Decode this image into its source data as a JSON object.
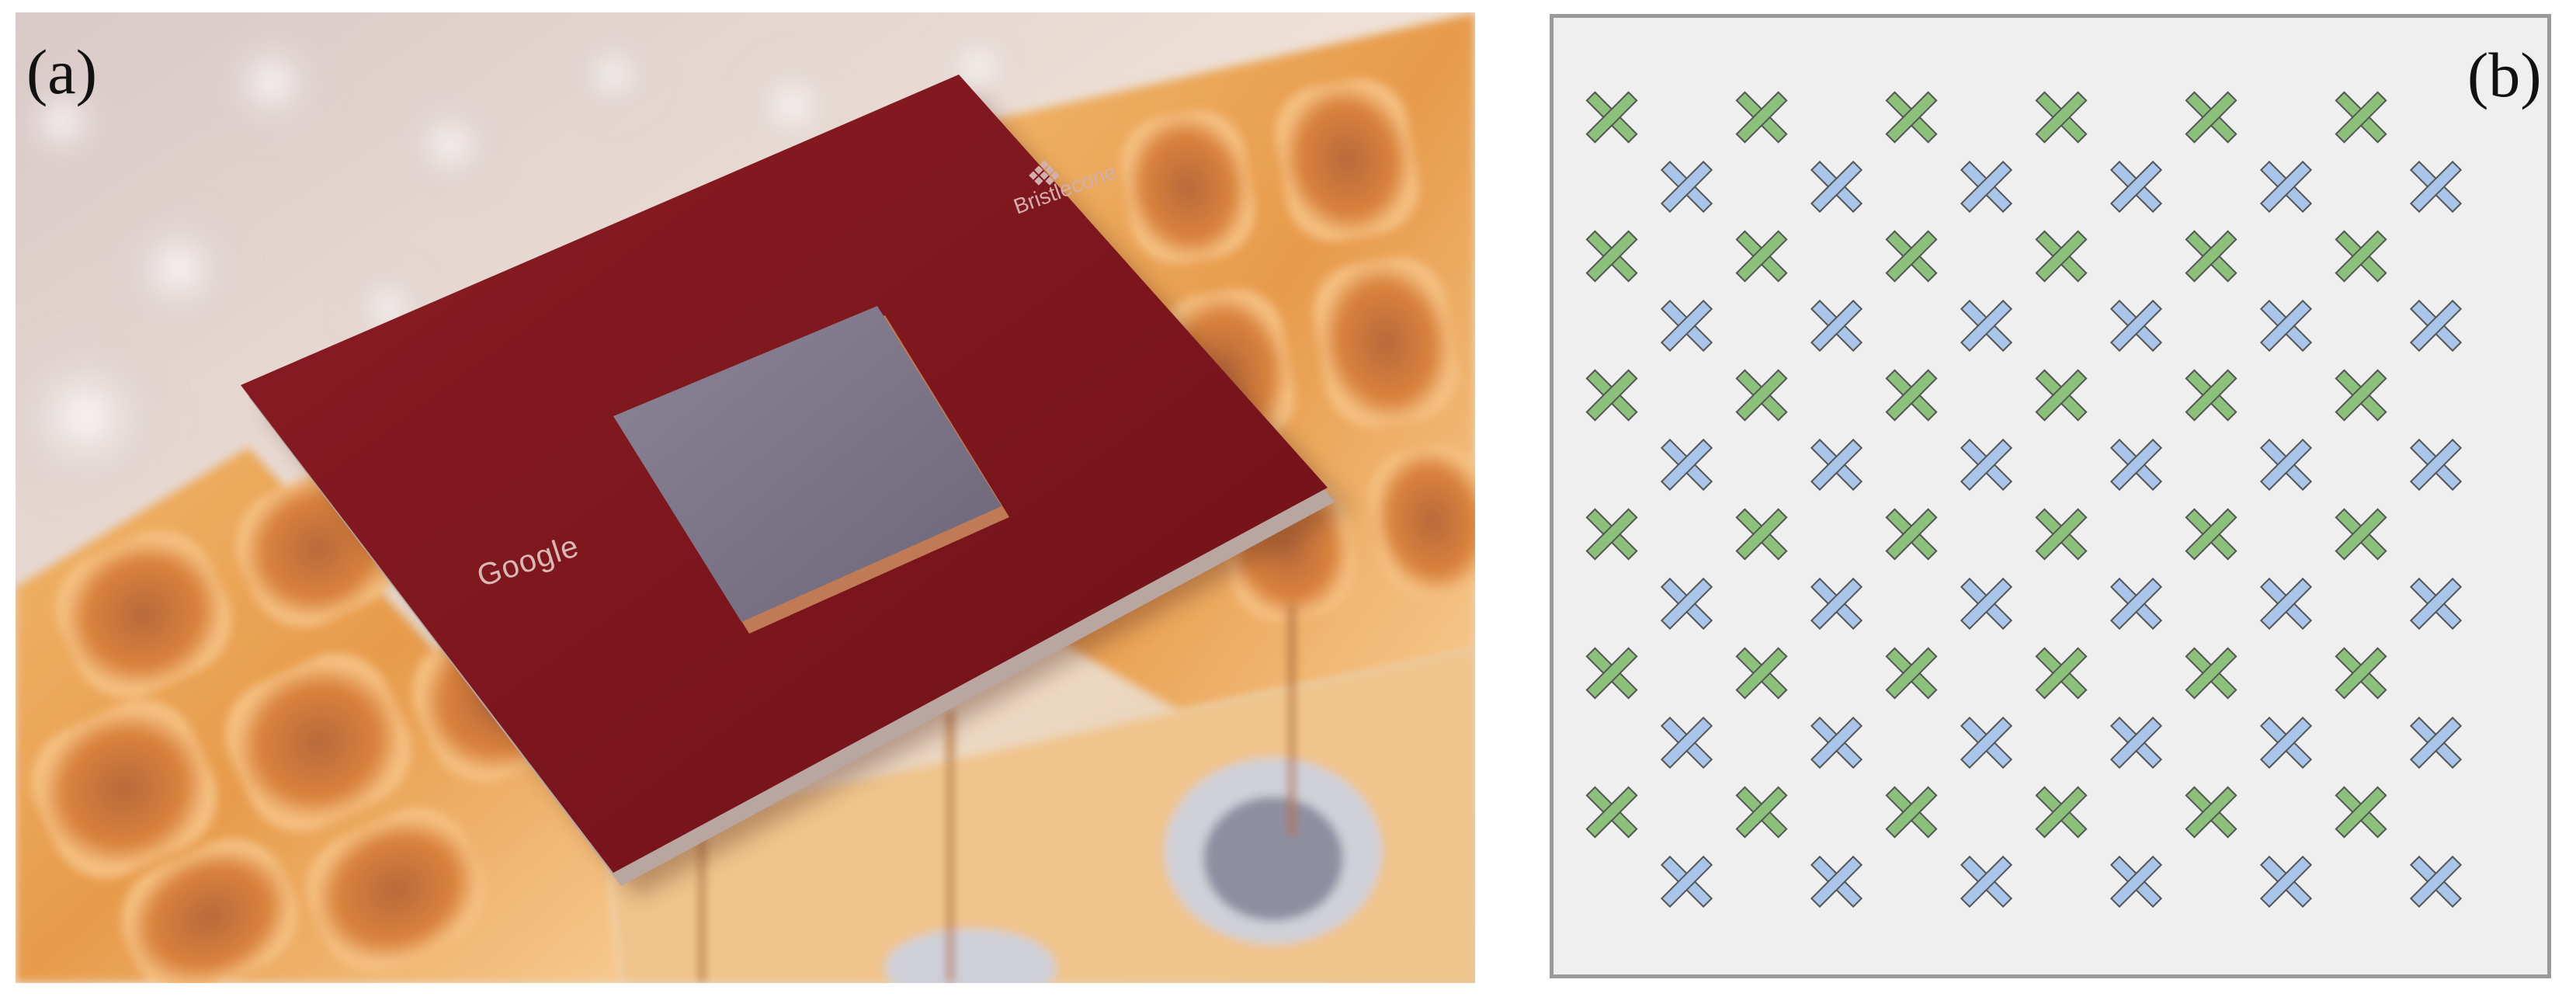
{
  "panel_a": {
    "label": "(a)",
    "chip_brand": "Google",
    "chip_model": "Bristlecone",
    "logo_icon": "bristlecone-logo-icon"
  },
  "panel_b": {
    "label": "(b)",
    "grid": {
      "rows_per_color": 6,
      "cols_per_color": 6,
      "green_color": "#8bc17a",
      "blue_color": "#a9c6ea",
      "outline_color": "#555555"
    }
  }
}
